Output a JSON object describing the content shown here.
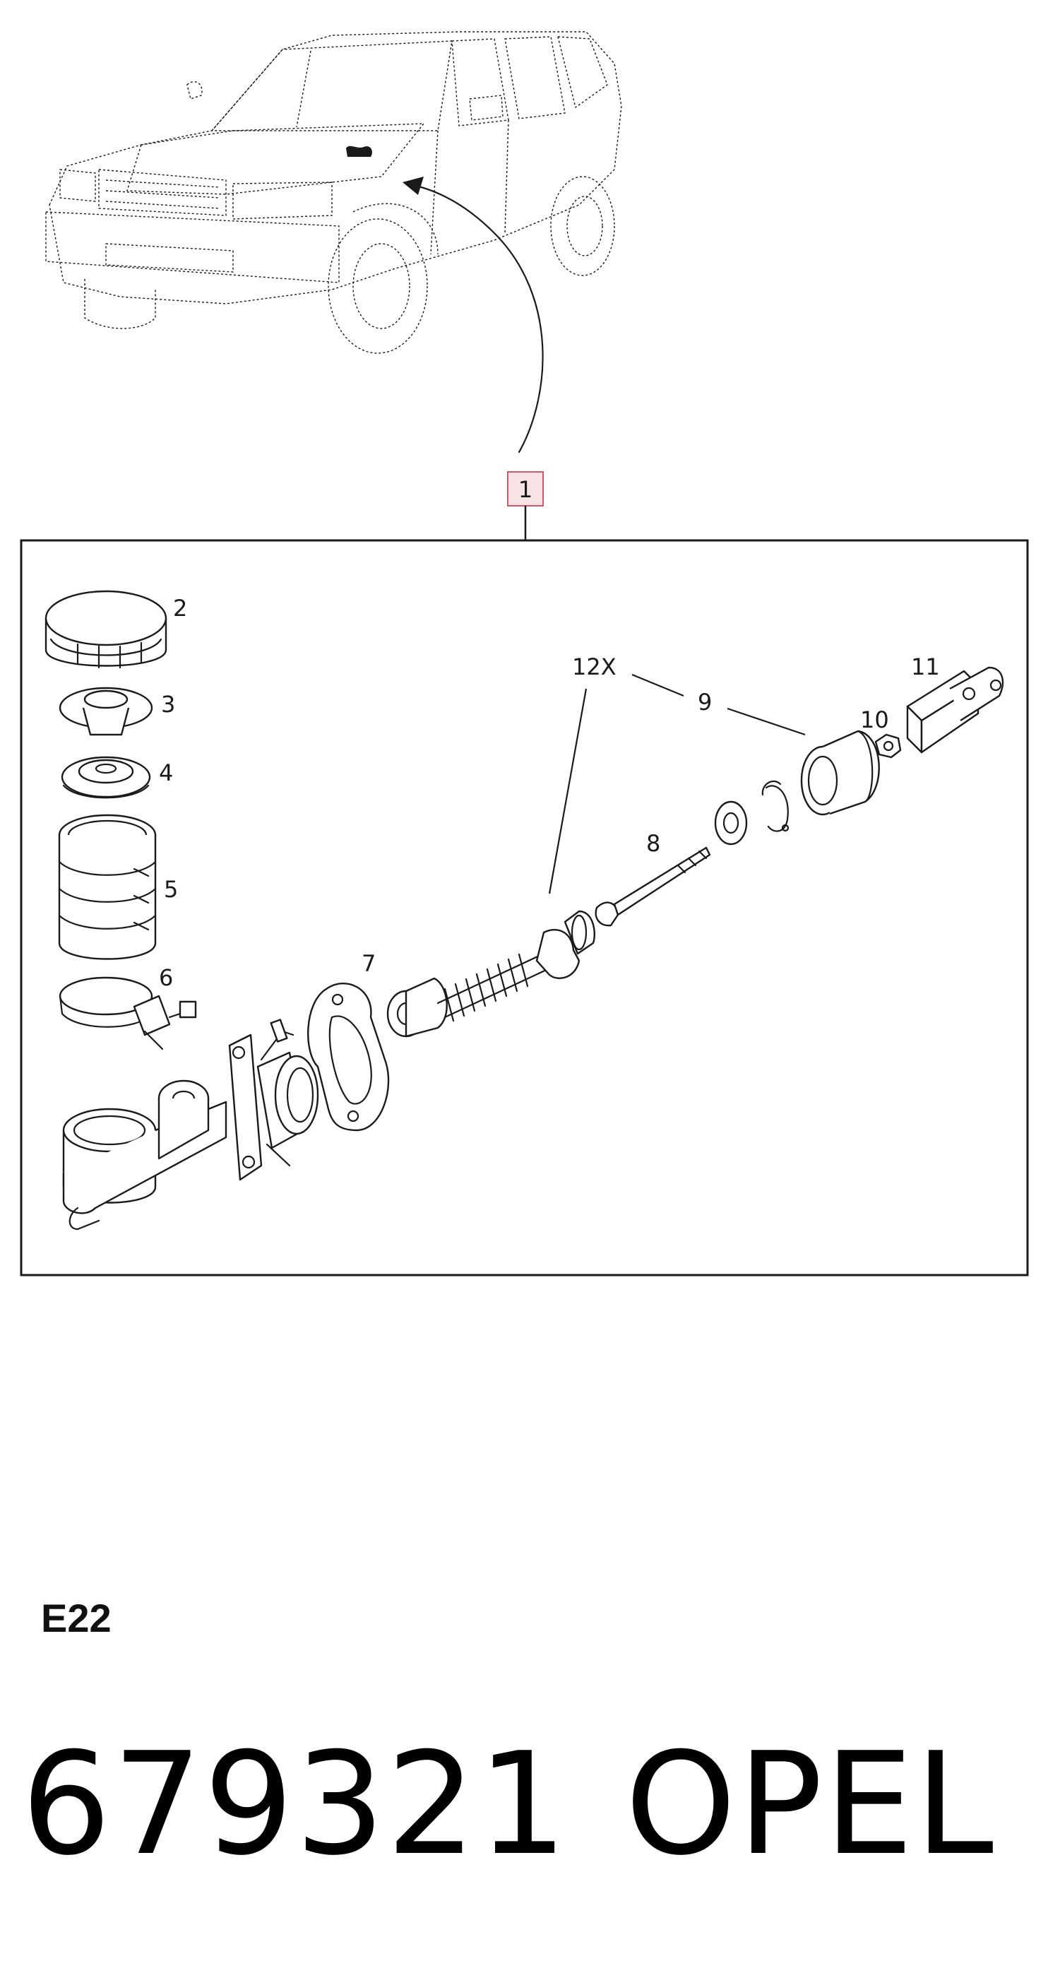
{
  "diagram": {
    "overview_callout": "1",
    "callouts": {
      "c2": "2",
      "c3": "3",
      "c4": "4",
      "c5": "5",
      "c6": "6",
      "c7": "7",
      "c8": "8",
      "c9": "9",
      "c10": "10",
      "c11": "11",
      "c12": "12X"
    },
    "colors": {
      "line": "#1a1a1a",
      "callout_highlight": "#e8a0a8",
      "frame": "#1a1a1a"
    }
  },
  "section_code": "E22",
  "part_number": "679321",
  "brand": "OPEL"
}
